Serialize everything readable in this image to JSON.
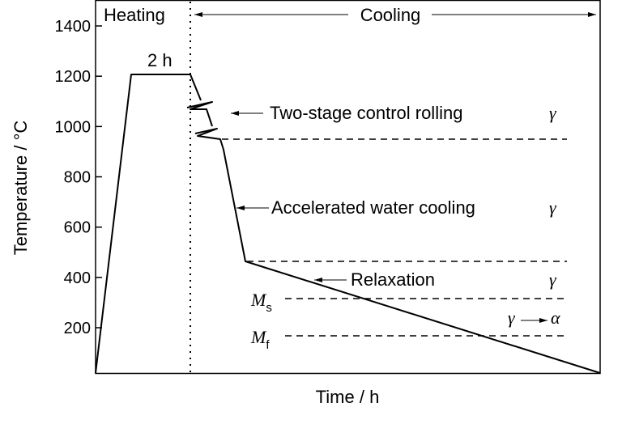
{
  "chart_data": {
    "type": "line",
    "title": "",
    "xlabel": "Time / h",
    "ylabel": "Temperature / °C",
    "yticks": [
      "200",
      "400",
      "600",
      "800",
      "1000",
      "1200",
      "1400"
    ],
    "ylim": [
      20,
      1500
    ],
    "regions": {
      "heating": "Heating",
      "cooling": "Cooling"
    },
    "annotations": {
      "hold": "2 h",
      "rolling": "Two-stage control rolling",
      "water": "Accelerated water cooling",
      "relax": "Relaxation",
      "ms": "M",
      "ms_sub": "s",
      "mf": "M",
      "mf_sub": "f",
      "gamma1": "γ",
      "gamma2": "γ",
      "gamma3": "γ",
      "transform_from": "γ",
      "transform_to": "α"
    },
    "reference_lines_celsius": [
      950,
      460,
      320,
      170
    ],
    "profile_celsius": [
      20,
      1200,
      1200,
      1100,
      1050,
      950,
      460,
      20
    ]
  }
}
